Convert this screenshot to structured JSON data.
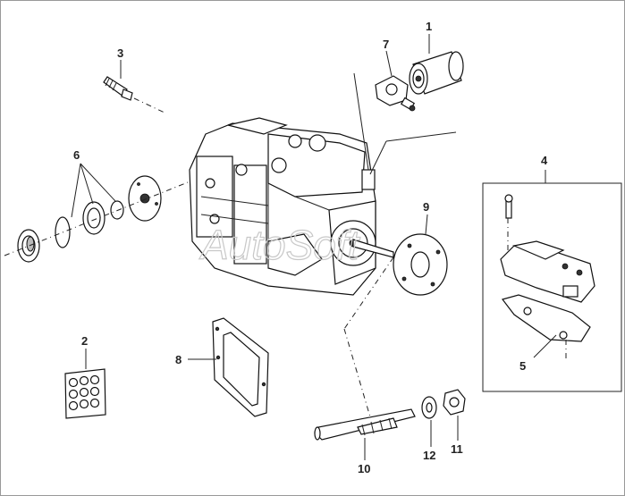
{
  "watermark": "AutoSoft",
  "callouts": {
    "c1": "1",
    "c2": "2",
    "c3": "3",
    "c4": "4",
    "c5": "5",
    "c6": "6",
    "c7": "7",
    "c8": "8",
    "c9": "9",
    "c10": "10",
    "c11": "11",
    "c12": "12"
  },
  "icons": {
    "main": "pump-housing-icon",
    "filter": "filter-cartridge-icon",
    "shaft": "drive-shaft-icon",
    "valve": "valve-cover-icon"
  }
}
